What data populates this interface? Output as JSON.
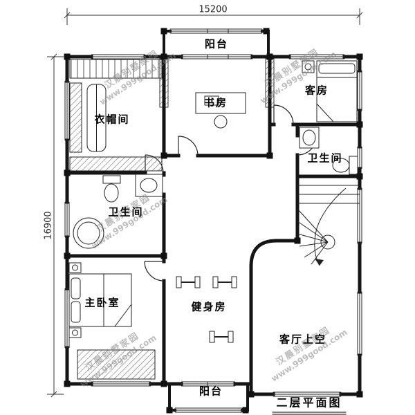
{
  "title": "二层平面图",
  "dimensions": {
    "width": "15200",
    "height": "16900"
  },
  "watermark": {
    "line1": "汉晨别墅家园",
    "line2": "www.999good.com"
  },
  "rooms": {
    "balcony_top": "阳台",
    "study": "书房",
    "guest_room": "客房",
    "cloakroom": "衣帽间",
    "bathroom_right": "卫生间",
    "bathroom_left": "卫生间",
    "master_bedroom": "主卧室",
    "gym": "健身房",
    "living_room_void": "客厅上空",
    "balcony_bottom": "阳台"
  }
}
